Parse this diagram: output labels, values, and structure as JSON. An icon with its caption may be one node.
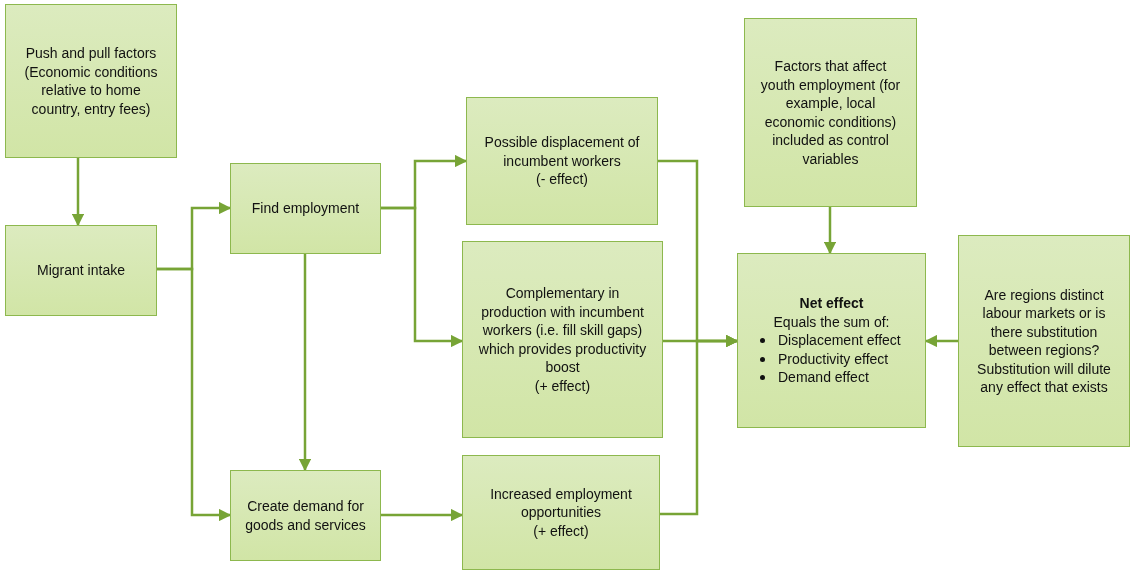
{
  "diagram": {
    "nodes": [
      {
        "text": [
          "Push and pull factors (Economic conditions relative to home country, entry fees)"
        ]
      },
      {
        "text": [
          "Migrant intake"
        ]
      },
      {
        "text": [
          "Find employment"
        ]
      },
      {
        "text": [
          "Create demand for goods and services"
        ]
      },
      {
        "text": [
          "Possible displacement of incumbent workers",
          "(- effect)"
        ]
      },
      {
        "text": [
          "Complementary in production with incumbent workers (i.e. fill skill gaps) which provides productivity boost",
          "(+ effect)"
        ]
      },
      {
        "text": [
          "Increased employment opportunities",
          "(+ effect)"
        ]
      },
      {
        "text": [
          "Factors that affect youth employment (for example, local economic conditions) included as control variables"
        ]
      },
      {
        "text": [
          "Net effect",
          "Equals the sum of:",
          "Displacement effect",
          "Productivity effect",
          "Demand effect"
        ]
      },
      {
        "text": [
          "Are regions distinct labour markets or is there substitution between regions? Substitution will dilute any effect that exists"
        ]
      }
    ],
    "edges": [
      {
        "from": 0,
        "to": 1,
        "arrow": "to"
      },
      {
        "from": 1,
        "to": 2,
        "arrow": "to"
      },
      {
        "from": 1,
        "to": 3,
        "arrow": "to"
      },
      {
        "from": 2,
        "to": 4,
        "arrow": "to"
      },
      {
        "from": 2,
        "to": 5,
        "arrow": "to"
      },
      {
        "from": 2,
        "to": 3,
        "arrow": "to"
      },
      {
        "from": 3,
        "to": 6,
        "arrow": "to"
      },
      {
        "from": 4,
        "to": 8,
        "arrow": "to"
      },
      {
        "from": 5,
        "to": 8,
        "arrow": "to"
      },
      {
        "from": 6,
        "to": 8,
        "arrow": "to"
      },
      {
        "from": 7,
        "to": 8,
        "arrow": "to"
      },
      {
        "from": 9,
        "to": 8,
        "arrow": "to"
      }
    ]
  }
}
